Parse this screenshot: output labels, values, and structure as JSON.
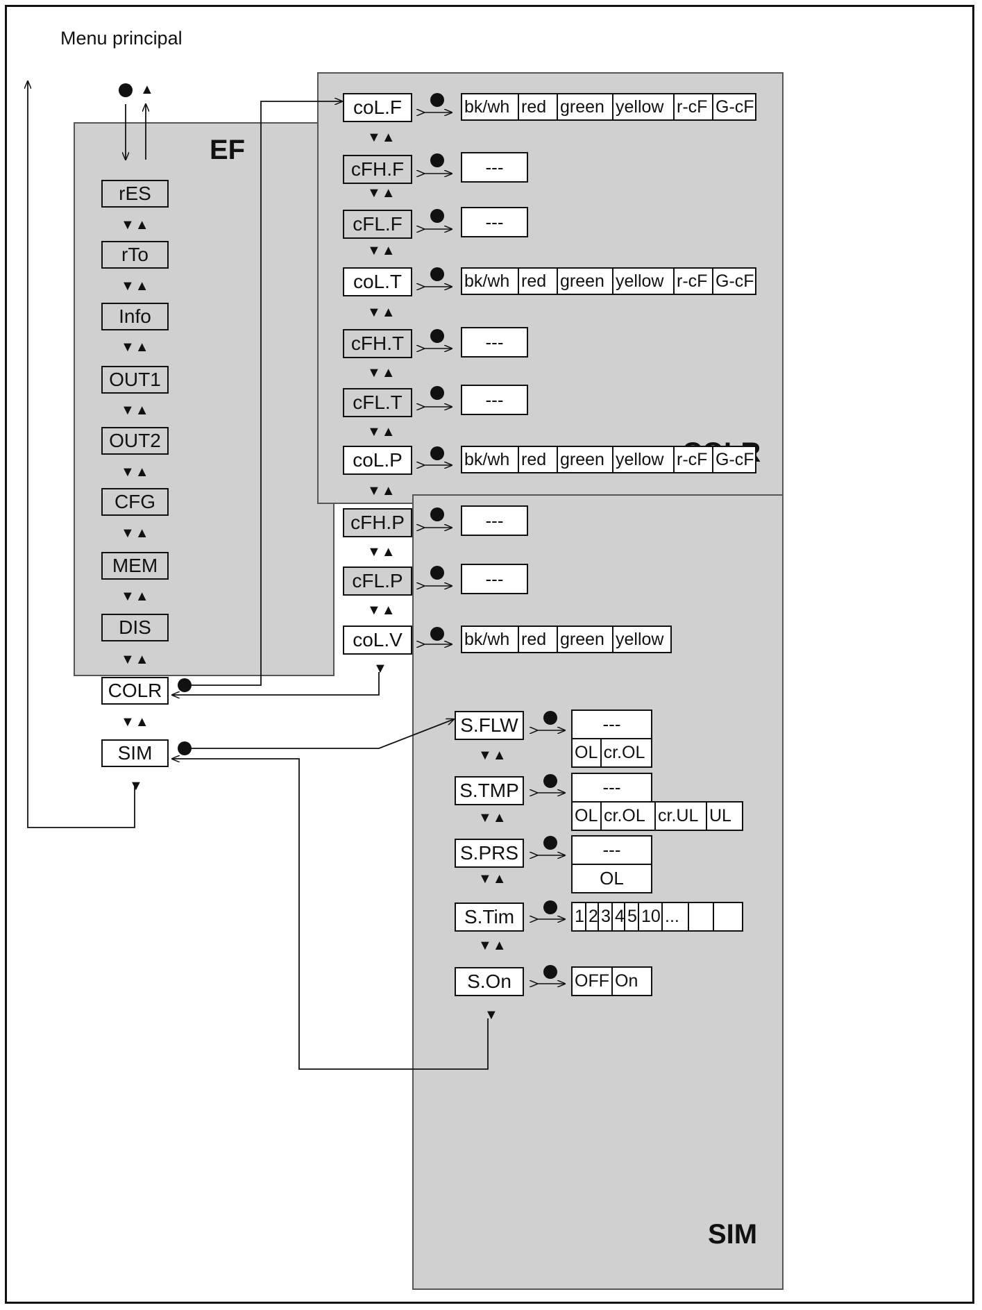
{
  "title": "Menu principal",
  "symbols": {
    "select": "●",
    "up": "▲",
    "down": "▼",
    "navpair": "▼▲"
  },
  "ef": {
    "label": "EF",
    "items": [
      "rES",
      "rTo",
      "Info",
      "OUT1",
      "OUT2",
      "CFG",
      "MEM",
      "DIS",
      "COLR",
      "SIM"
    ]
  },
  "colr": {
    "label": "COLR",
    "rows": [
      {
        "param": "coL.F",
        "options": [
          "bk/wh",
          "red",
          "green",
          "yellow",
          "r-cF",
          "G-cF"
        ]
      },
      {
        "param": "cFH.F",
        "value": "---"
      },
      {
        "param": "cFL.F",
        "value": "---"
      },
      {
        "param": "coL.T",
        "options": [
          "bk/wh",
          "red",
          "green",
          "yellow",
          "r-cF",
          "G-cF"
        ]
      },
      {
        "param": "cFH.T",
        "value": "---"
      },
      {
        "param": "cFL.T",
        "value": "---"
      },
      {
        "param": "coL.P",
        "options": [
          "bk/wh",
          "red",
          "green",
          "yellow",
          "r-cF",
          "G-cF"
        ]
      },
      {
        "param": "cFH.P",
        "value": "---"
      },
      {
        "param": "cFL.P",
        "value": "---"
      },
      {
        "param": "coL.V",
        "options": [
          "bk/wh",
          "red",
          "green",
          "yellow"
        ]
      }
    ]
  },
  "sim": {
    "label": "SIM",
    "rows": [
      {
        "param": "S.FLW",
        "value": "---",
        "options": [
          "OL",
          "cr.OL"
        ]
      },
      {
        "param": "S.TMP",
        "value": "---",
        "options": [
          "OL",
          "cr.OL",
          "cr.UL",
          "UL"
        ]
      },
      {
        "param": "S.PRS",
        "value": "---",
        "options": [
          "OL"
        ]
      },
      {
        "param": "S.Tim",
        "options": [
          "1",
          "2",
          "3",
          "4",
          "5",
          "10",
          "...",
          "",
          ""
        ]
      },
      {
        "param": "S.On",
        "options": [
          "OFF",
          "On"
        ]
      }
    ]
  }
}
